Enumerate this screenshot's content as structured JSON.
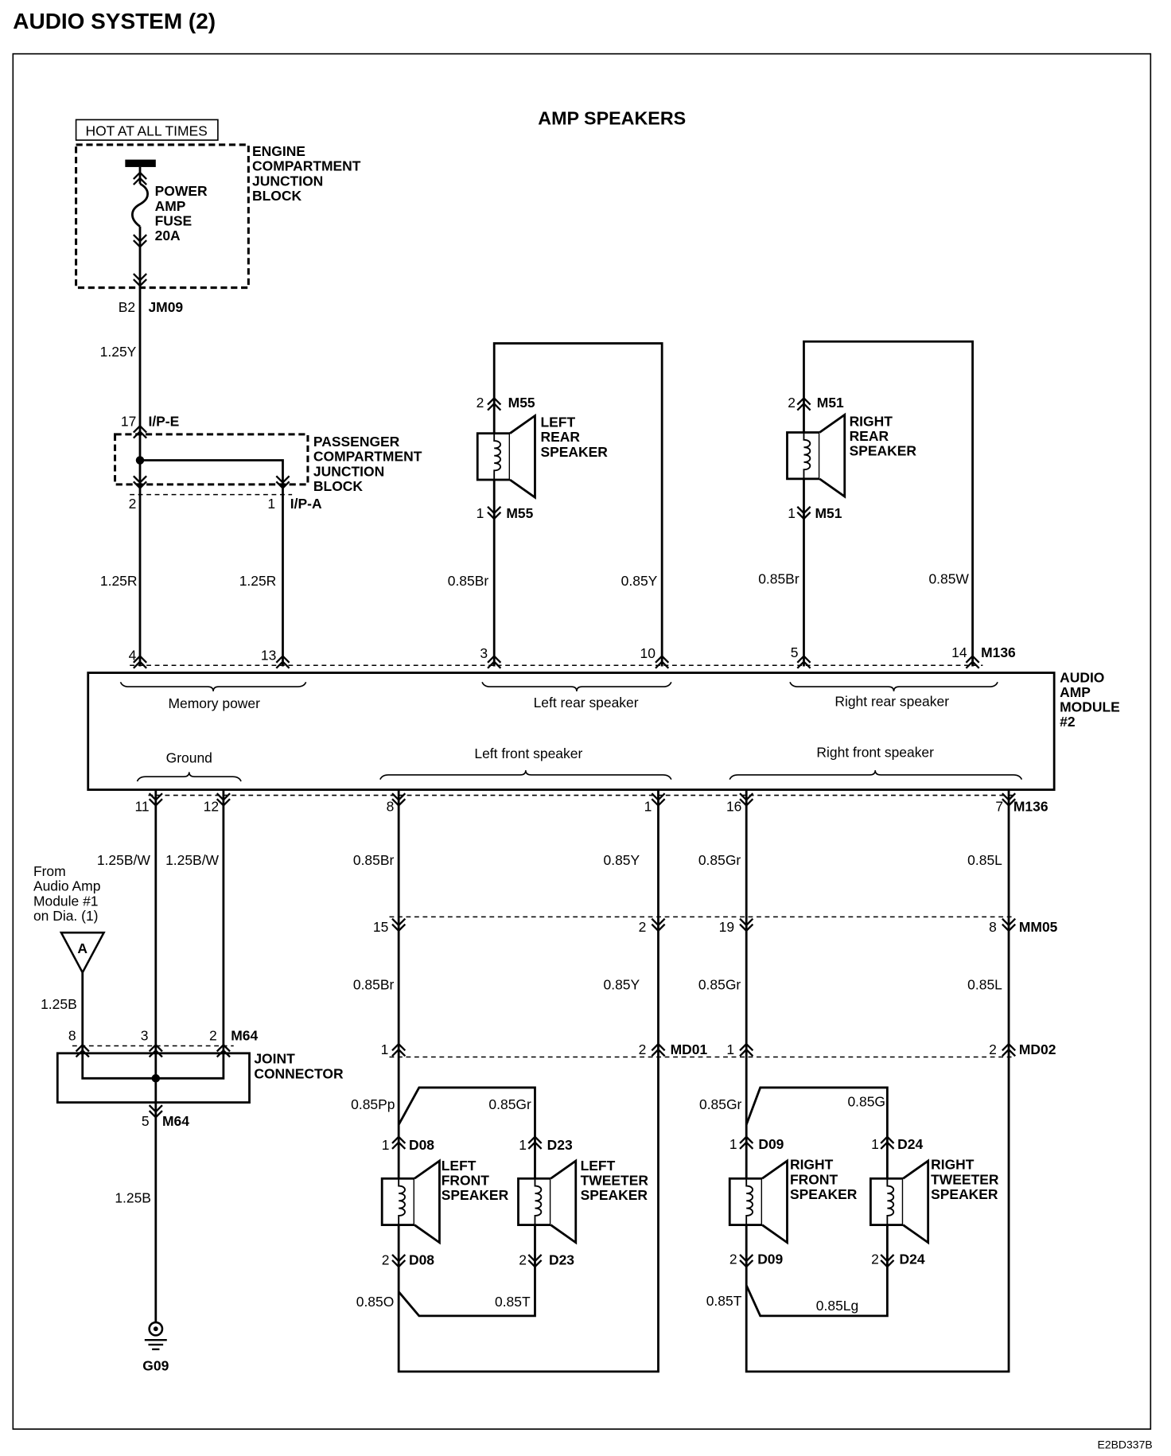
{
  "title": "AUDIO SYSTEM (2)",
  "subtitle": "AMP SPEAKERS",
  "figure_code": "E2BD337B",
  "power_feed": {
    "hot_at_all_times": "HOT AT ALL TIMES",
    "engine_block": [
      "ENGINE",
      "COMPARTMENT",
      "JUNCTION",
      "BLOCK"
    ],
    "fuse": [
      "POWER",
      "AMP",
      "FUSE",
      "20A"
    ],
    "jm09_pin": "B2",
    "jm09": "JM09",
    "wire": "1.25Y",
    "ipe_pin": "17",
    "ipe": "I/P-E",
    "passenger_block": [
      "PASSENGER",
      "COMPARTMENT",
      "JUNCTION",
      "BLOCK"
    ],
    "out_pin_left": "2",
    "out_pin_right": "1",
    "ipa": "I/P-A",
    "wire_left": "1.25R",
    "wire_right": "1.25R"
  },
  "amp_module": {
    "label": [
      "AUDIO",
      "AMP",
      "MODULE",
      "#2"
    ],
    "top_connector": "M136",
    "bottom_connector": "M136",
    "top_pins": [
      "4",
      "13",
      "3",
      "10",
      "5",
      "14"
    ],
    "bottom_pins": [
      "11",
      "12",
      "8",
      "1",
      "16",
      "7"
    ],
    "groups": {
      "memory_power": "Memory power",
      "left_rear": "Left rear speaker",
      "right_rear": "Right rear speaker",
      "ground": "Ground",
      "left_front": "Left front speaker",
      "right_front": "Right front speaker"
    }
  },
  "rear_speakers": [
    {
      "name": [
        "LEFT",
        "REAR",
        "SPEAKER"
      ],
      "connector": "M55",
      "pin_top": "2",
      "pin_bottom": "1",
      "wire_pos": "0.85Br",
      "wire_neg": "0.85Y"
    },
    {
      "name": [
        "RIGHT",
        "REAR",
        "SPEAKER"
      ],
      "connector": "M51",
      "pin_top": "2",
      "pin_bottom": "1",
      "wire_pos": "0.85Br",
      "wire_neg": "0.85W"
    }
  ],
  "front_wiring": {
    "amp_to_mm05": [
      "0.85Br",
      "0.85Y",
      "0.85Gr",
      "0.85L"
    ],
    "mm05": {
      "connector": "MM05",
      "pins": [
        "15",
        "2",
        "19",
        "8"
      ]
    },
    "mm05_to_md": [
      "0.85Br",
      "0.85Y",
      "0.85Gr",
      "0.85L"
    ],
    "md01": {
      "connector": "MD01",
      "pins": [
        "1",
        "2"
      ]
    },
    "md02": {
      "connector": "MD02",
      "pins": [
        "1",
        "2"
      ]
    }
  },
  "front_speakers": [
    {
      "name": [
        "LEFT",
        "FRONT",
        "SPEAKER"
      ],
      "connector": "D08",
      "pin_top": "1",
      "pin_bottom": "2",
      "wire_top": "0.85Pp",
      "wire_bottom": "0.85O"
    },
    {
      "name": [
        "LEFT",
        "TWEETER",
        "SPEAKER"
      ],
      "connector": "D23",
      "pin_top": "1",
      "pin_bottom": "2",
      "wire_top": "0.85Gr",
      "wire_bottom": "0.85T"
    },
    {
      "name": [
        "RIGHT",
        "FRONT",
        "SPEAKER"
      ],
      "connector": "D09",
      "pin_top": "1",
      "pin_bottom": "2",
      "wire_top": "0.85Gr",
      "wire_bottom": "0.85T"
    },
    {
      "name": [
        "RIGHT",
        "TWEETER",
        "SPEAKER"
      ],
      "connector": "D24",
      "pin_top": "1",
      "pin_bottom": "2",
      "wire_top": "0.85G",
      "wire_bottom": "0.85Lg"
    }
  ],
  "ground_circuit": {
    "wires": [
      "1.25B/W",
      "1.25B/W"
    ],
    "from_note": [
      "From",
      "Audio Amp",
      "Module #1",
      "on Dia. (1)"
    ],
    "ref": "A",
    "ref_wire": "1.25B",
    "joint_pins": [
      "8",
      "3",
      "2"
    ],
    "joint_connector": "M64",
    "joint_label": [
      "JOINT",
      "CONNECTOR"
    ],
    "out_pin": "5",
    "out_connector": "M64",
    "ground_wire": "1.25B",
    "ground": "G09"
  }
}
